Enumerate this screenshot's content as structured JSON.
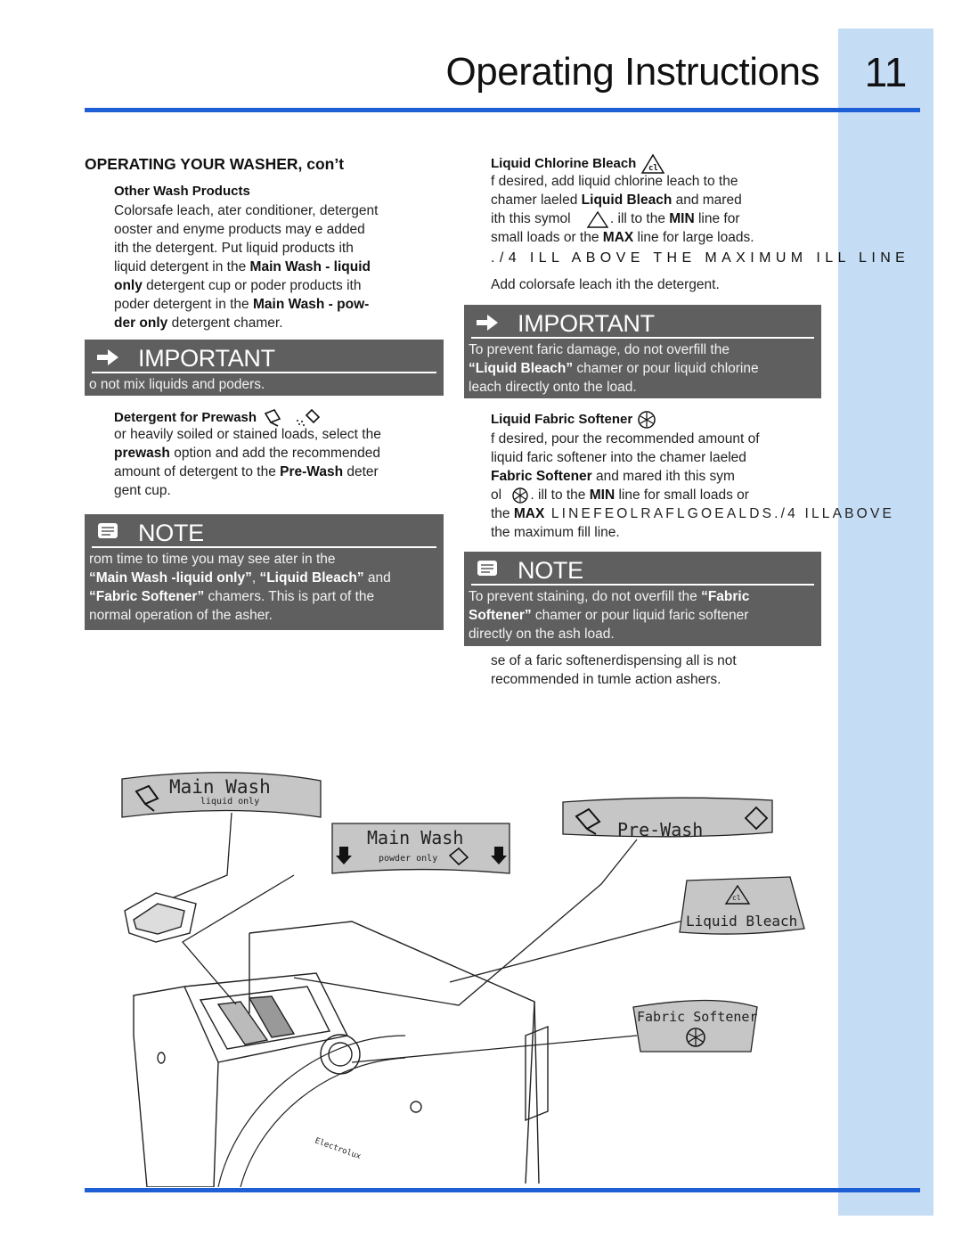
{
  "header": {
    "title": "Operating Instructions",
    "page_number": "11"
  },
  "section_title": "OPERATING YOUR WASHER, con’t",
  "other_wash": {
    "heading": "Other Wash Products",
    "line1": "Colorsafe leach, ater conditioner, detergent",
    "line2": "ooster and enyme products may e added",
    "line3": "ith the detergent. Put liquid products ith",
    "line4_a": "liquid detergent in the ",
    "line4_b": "Main Wash - liquid",
    "line5_a": "only",
    "line5_b": " detergent cup or poder products ith",
    "line6_a": "poder detergent in the ",
    "line6_b": "Main Wash - pow-",
    "line7_a": "der only",
    "line7_b": " detergent chamer."
  },
  "important1": {
    "label": "IMPORTANT",
    "text": "o not mix liquids and poders."
  },
  "prewash": {
    "heading": "Detergent for Prewash",
    "line1": "or heavily soiled or stained loads, select the",
    "line2_a": "prewash",
    "line2_b": " option and add the recommended",
    "line3_a": "amount of detergent to the ",
    "line3_b": "Pre-Wash",
    "line3_c": " deter",
    "line4": "gent cup."
  },
  "note1": {
    "label": "NOTE",
    "line1": "rom time to time you may see ater in the",
    "line2_a": "“Main Wash -liquid only”",
    "line2_b": ", ",
    "line2_c": "“Liquid Bleach”",
    "line2_d": " and",
    "line3_a": "“Fabric Softener”",
    "line3_b": " chamers. This is part of the",
    "line4": "normal operation of the asher."
  },
  "bleach": {
    "heading": "Liquid Chlorine Bleach",
    "line1": "f desired, add liquid chlorine leach to the",
    "line2_a": "chamer laeled ",
    "line2_b": "Liquid Bleach",
    "line2_c": " and mared",
    "line3_a": "ith this symol",
    "line3_b": ". ill to the ",
    "line3_c": "MIN",
    "line3_d": " line for",
    "line4_a": "small loads or the ",
    "line4_b": "MAX",
    "line4_c": " line for large loads.",
    "garbled": "./4  ILL ABOVE THE MAXIMUM ILL LINE",
    "line5": "Add colorsafe leach ith the detergent."
  },
  "important2": {
    "label": "IMPORTANT",
    "line1": "To prevent faric damage, do not overfill the",
    "line2_a": "“Liquid Bleach”",
    "line2_b": " chamer or pour liquid chlorine",
    "line3": "leach directly onto the load."
  },
  "softener": {
    "heading": "Liquid Fabric Softener",
    "line1": "f desired, pour the recommended amount of",
    "line2": "liquid faric softener into the chamer laeled",
    "line3_a": "Fabric Softener",
    "line3_b": " and mared ith this sym",
    "line4_a": "ol",
    "line4_b": ". ill to the ",
    "line4_c": "MIN",
    "line4_d": " line for small loads or",
    "line5_a": "the ",
    "line5_b": "MAX",
    "line5_c": " LINEFEOLRAFLGOEALDS./4 ILLABOVE",
    "line6": "the maximum fill line."
  },
  "note2": {
    "label": "NOTE",
    "line1_a": "To prevent staining, do not overfill the ",
    "line1_b": "“Fabric",
    "line2_a": "Softener”",
    "line2_b": " chamer or pour liquid faric softener",
    "line3": "directly on the ash load."
  },
  "after_note2": {
    "line1": "se of a faric softenerdispensing all is not",
    "line2": "recommended in tumle action ashers."
  },
  "diagram": {
    "main_wash_liquid_title": "Main Wash",
    "main_wash_liquid_sub": "liquid only",
    "main_wash_powder_title": "Main Wash",
    "main_wash_powder_sub": "powder only",
    "prewash_label": "Pre-Wash",
    "liquid_bleach_label": "Liquid Bleach",
    "fabric_softener_label": "Fabric Softener",
    "bleach_symbol": "cl",
    "brand": "Electrolux"
  },
  "colors": {
    "accent_blue": "#1f5fd6",
    "sidebar": "#c5dcf5",
    "box_gray": "#5f5f5f"
  }
}
